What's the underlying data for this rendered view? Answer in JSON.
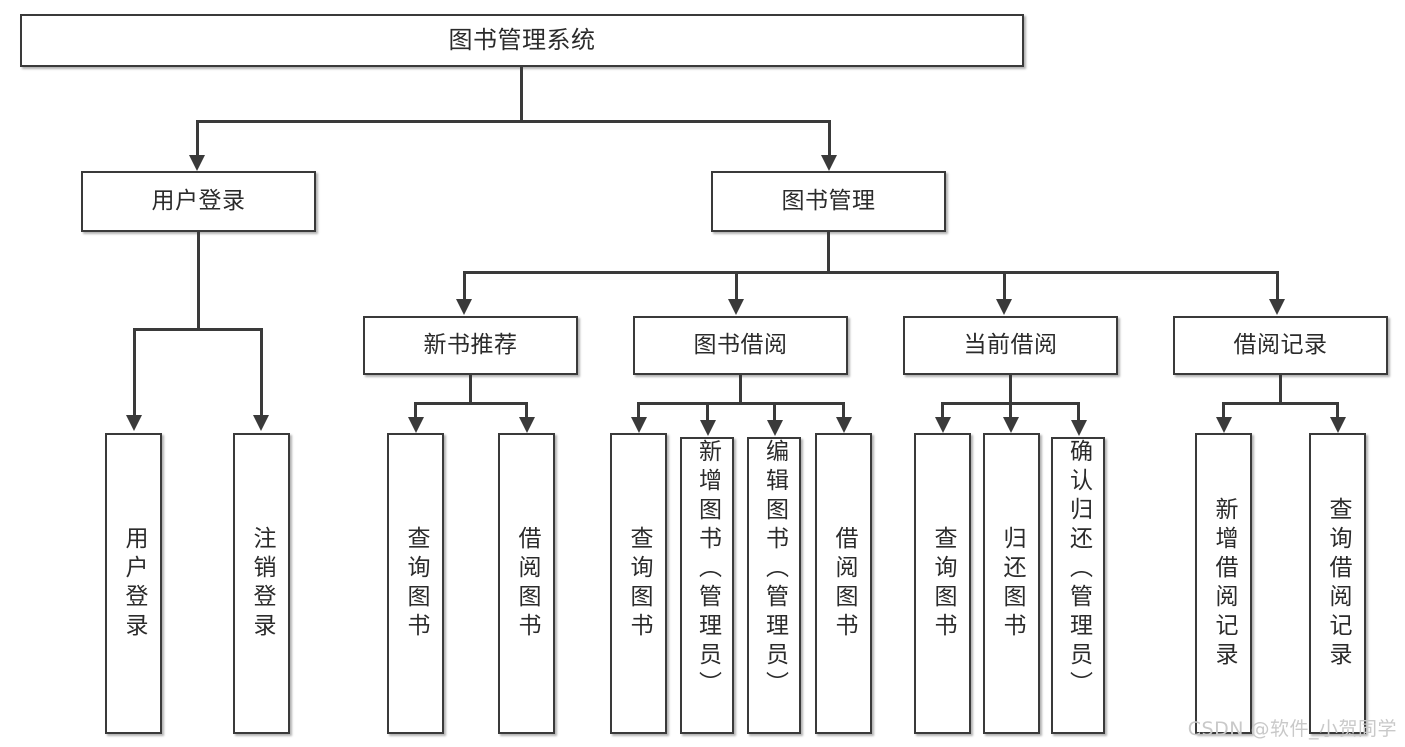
{
  "diagram": {
    "type": "tree",
    "title": "图书管理系统",
    "root": {
      "label": "图书管理系统",
      "children": [
        {
          "label": "用户登录",
          "children": [
            {
              "label": "用户登录"
            },
            {
              "label": "注销登录"
            }
          ]
        },
        {
          "label": "图书管理",
          "children": [
            {
              "label": "新书推荐",
              "children": [
                {
                  "label": "查询图书"
                },
                {
                  "label": "借阅图书"
                }
              ]
            },
            {
              "label": "图书借阅",
              "children": [
                {
                  "label": "查询图书"
                },
                {
                  "label": "新增图书（管理员）"
                },
                {
                  "label": "编辑图书（管理员）"
                },
                {
                  "label": "借阅图书"
                }
              ]
            },
            {
              "label": "当前借阅",
              "children": [
                {
                  "label": "查询图书"
                },
                {
                  "label": "归还图书"
                },
                {
                  "label": "确认归还（管理员）"
                }
              ]
            },
            {
              "label": "借阅记录",
              "children": [
                {
                  "label": "新增借阅记录"
                },
                {
                  "label": "查询借阅记录"
                }
              ]
            }
          ]
        }
      ]
    }
  },
  "nodes": {
    "root": "图书管理系统",
    "user_login": "用户登录",
    "book_manage": "图书管理",
    "new_book_rec": "新书推荐",
    "book_borrow": "图书借阅",
    "current_borrow": "当前借阅",
    "borrow_record": "借阅记录",
    "leaf_user_login": "用户登录",
    "leaf_logout": "注销登录",
    "leaf_query_book_1": "查询图书",
    "leaf_borrow_book_1": "借阅图书",
    "leaf_query_book_2": "查询图书",
    "leaf_add_book": "新增图书（管理员）",
    "leaf_edit_book": "编辑图书（管理员）",
    "leaf_borrow_book_2": "借阅图书",
    "leaf_query_book_3": "查询图书",
    "leaf_return_book": "归还图书",
    "leaf_confirm_return": "确认归还（管理员）",
    "leaf_add_record": "新增借阅记录",
    "leaf_query_record": "查询借阅记录"
  },
  "watermark": {
    "text": "CSDN @软件_小贺同学",
    "color": "#c9c9c9"
  },
  "style": {
    "border_color": "#3a3a3a",
    "text_color": "#2b2b2b",
    "background": "#ffffff"
  }
}
